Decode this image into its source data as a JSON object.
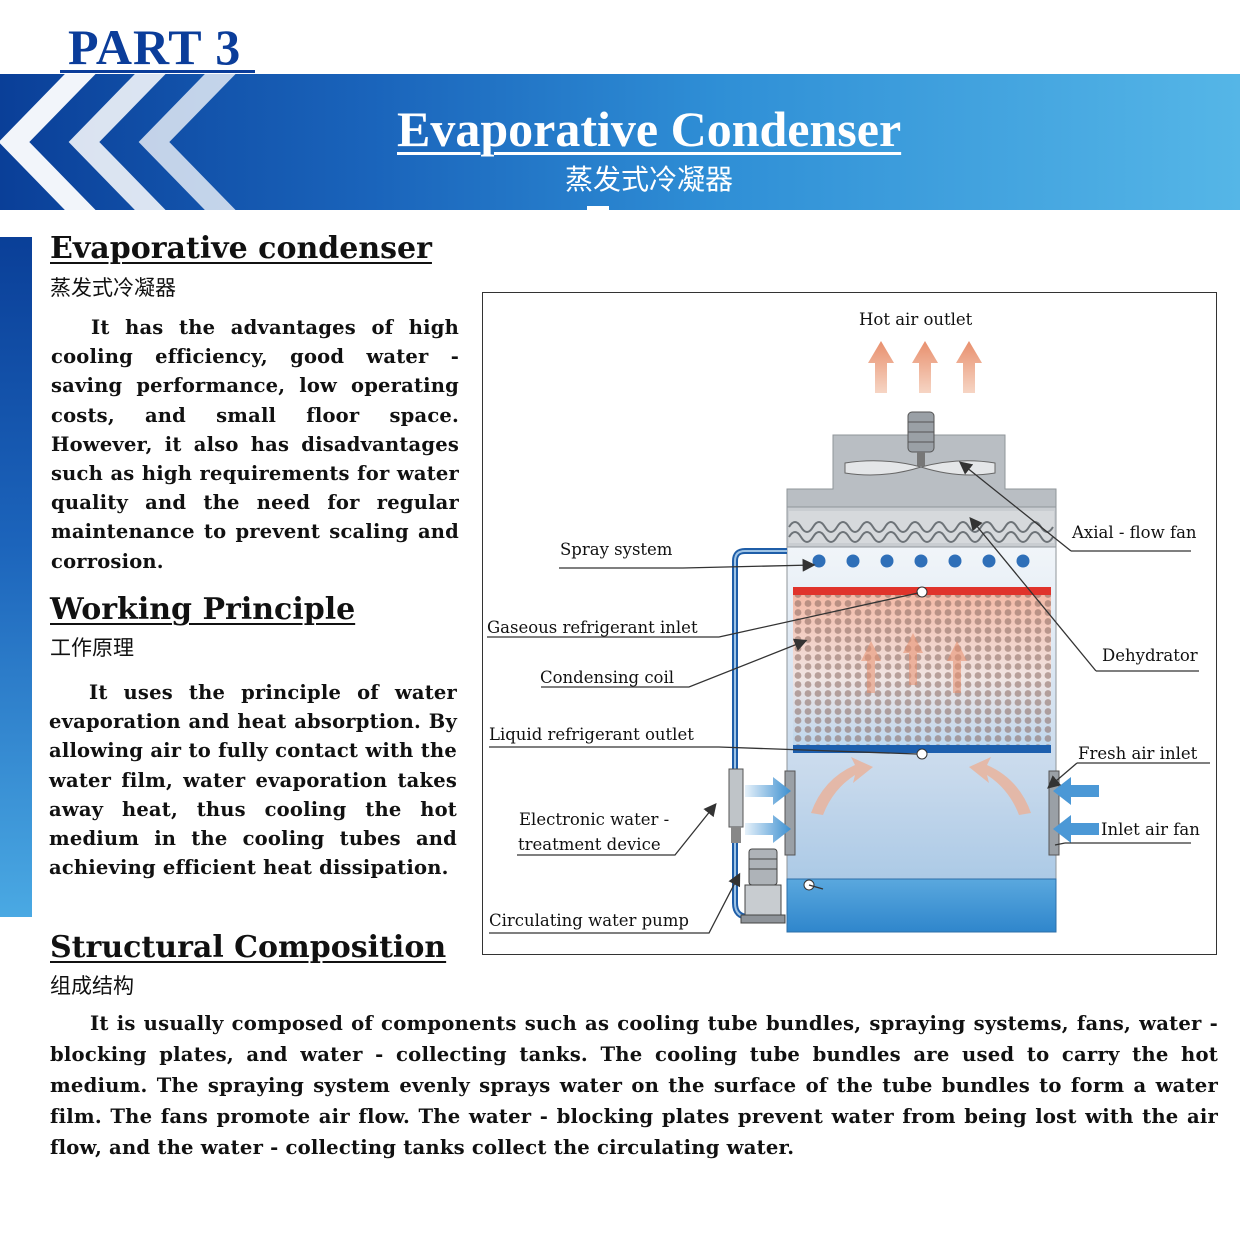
{
  "header": {
    "part_label": "PART  3",
    "banner_title": "Evaporative Condenser",
    "banner_subtitle": "蒸发式冷凝器"
  },
  "sections": [
    {
      "heading": "Evaporative condenser",
      "heading_cn": "蒸发式冷凝器",
      "body": "It has the advantages of high cooling efficiency, good water - saving performance, low operating costs, and small floor space. However, it also has disadvantages such as high requirements for water quality and the need for regular maintenance to prevent scaling and corrosion."
    },
    {
      "heading": "Working Principle",
      "heading_cn": "工作原理",
      "body": "It uses the principle of water evaporation and heat absorption. By allowing air to fully contact with the water film, water evaporation takes away heat, thus cooling the hot medium in the cooling tubes and achieving efficient heat dissipation."
    },
    {
      "heading": "Structural Composition",
      "heading_cn": "组成结构",
      "body": "It is usually composed of components such as cooling tube bundles, spraying systems, fans, water - blocking plates, and water - collecting tanks. The cooling tube bundles are used to carry the hot medium. The spraying system evenly sprays water on the surface of the tube bundles to form a water film. The fans promote air flow. The water - blocking plates prevent water from being lost with the air flow, and the water - collecting tanks collect the circulating water."
    }
  ],
  "diagram": {
    "labels": {
      "hot_air_outlet": "Hot air outlet",
      "axial_flow_fan": "Axial - flow fan",
      "spray_system": "Spray system",
      "dehydrator": "Dehydrator",
      "gaseous_refrigerant_inlet": "Gaseous refrigerant inlet",
      "condensing_coil": "Condensing coil",
      "liquid_refrigerant_outlet": "Liquid refrigerant outlet",
      "fresh_air_inlet": "Fresh air inlet",
      "electronic_water_line1": "Electronic water -",
      "electronic_water_line2": "treatment device",
      "inlet_air_fan": "Inlet air fan",
      "circulating_water_pump": "Circulating water pump"
    }
  },
  "colors": {
    "brand_blue": "#0b3d9a",
    "banner_light": "#55b6e7",
    "hot_coil": "#e0332b",
    "cold_coil": "#1d5fae"
  }
}
